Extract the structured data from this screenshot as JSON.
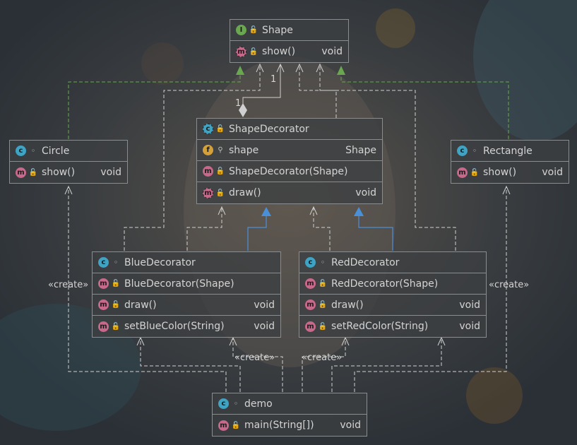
{
  "nodes": {
    "shape": {
      "title": "Shape",
      "kind_icon": "interface-icon",
      "rows": [
        {
          "name": "show()",
          "type": "void"
        }
      ]
    },
    "shape_decorator": {
      "title": "ShapeDecorator",
      "kind_icon": "abstract-class-icon",
      "rows": [
        {
          "name": "shape",
          "type": "Shape"
        },
        {
          "name": "ShapeDecorator(Shape)",
          "type": ""
        },
        {
          "name": "draw()",
          "type": "void"
        }
      ]
    },
    "circle": {
      "title": "Circle",
      "kind_icon": "class-icon",
      "rows": [
        {
          "name": "show()",
          "type": "void"
        }
      ]
    },
    "rectangle": {
      "title": "Rectangle",
      "kind_icon": "class-icon",
      "rows": [
        {
          "name": "show()",
          "type": "void"
        }
      ]
    },
    "blue_decorator": {
      "title": "BlueDecorator",
      "kind_icon": "class-icon",
      "rows": [
        {
          "name": "BlueDecorator(Shape)",
          "type": ""
        },
        {
          "name": "draw()",
          "type": "void"
        },
        {
          "name": "setBlueColor(String)",
          "type": "void"
        }
      ]
    },
    "red_decorator": {
      "title": "RedDecorator",
      "kind_icon": "class-icon",
      "rows": [
        {
          "name": "RedDecorator(Shape)",
          "type": ""
        },
        {
          "name": "draw()",
          "type": "void"
        },
        {
          "name": "setRedColor(String)",
          "type": "void"
        }
      ]
    },
    "demo": {
      "title": "demo",
      "kind_icon": "runnable-class-icon",
      "rows": [
        {
          "name": "main(String[])",
          "type": "void"
        }
      ]
    }
  },
  "edge_labels": {
    "mult_shape_end": "1",
    "mult_decorator_end": "1",
    "create_left": "«create»",
    "create_right": "«create»",
    "create_blue": "«create»",
    "create_red": "«create»"
  },
  "icon_letters": {
    "class": "c",
    "interface": "I",
    "method": "m",
    "field": "f"
  },
  "colors": {
    "background": "#34393f",
    "node_fill": "#3c3f41",
    "node_border": "#8a8d90",
    "text": "#d4d4d4",
    "edge": "#c8c8c8",
    "realization_arrow": "#6aa84f",
    "inheritance": "#4a90d9"
  }
}
